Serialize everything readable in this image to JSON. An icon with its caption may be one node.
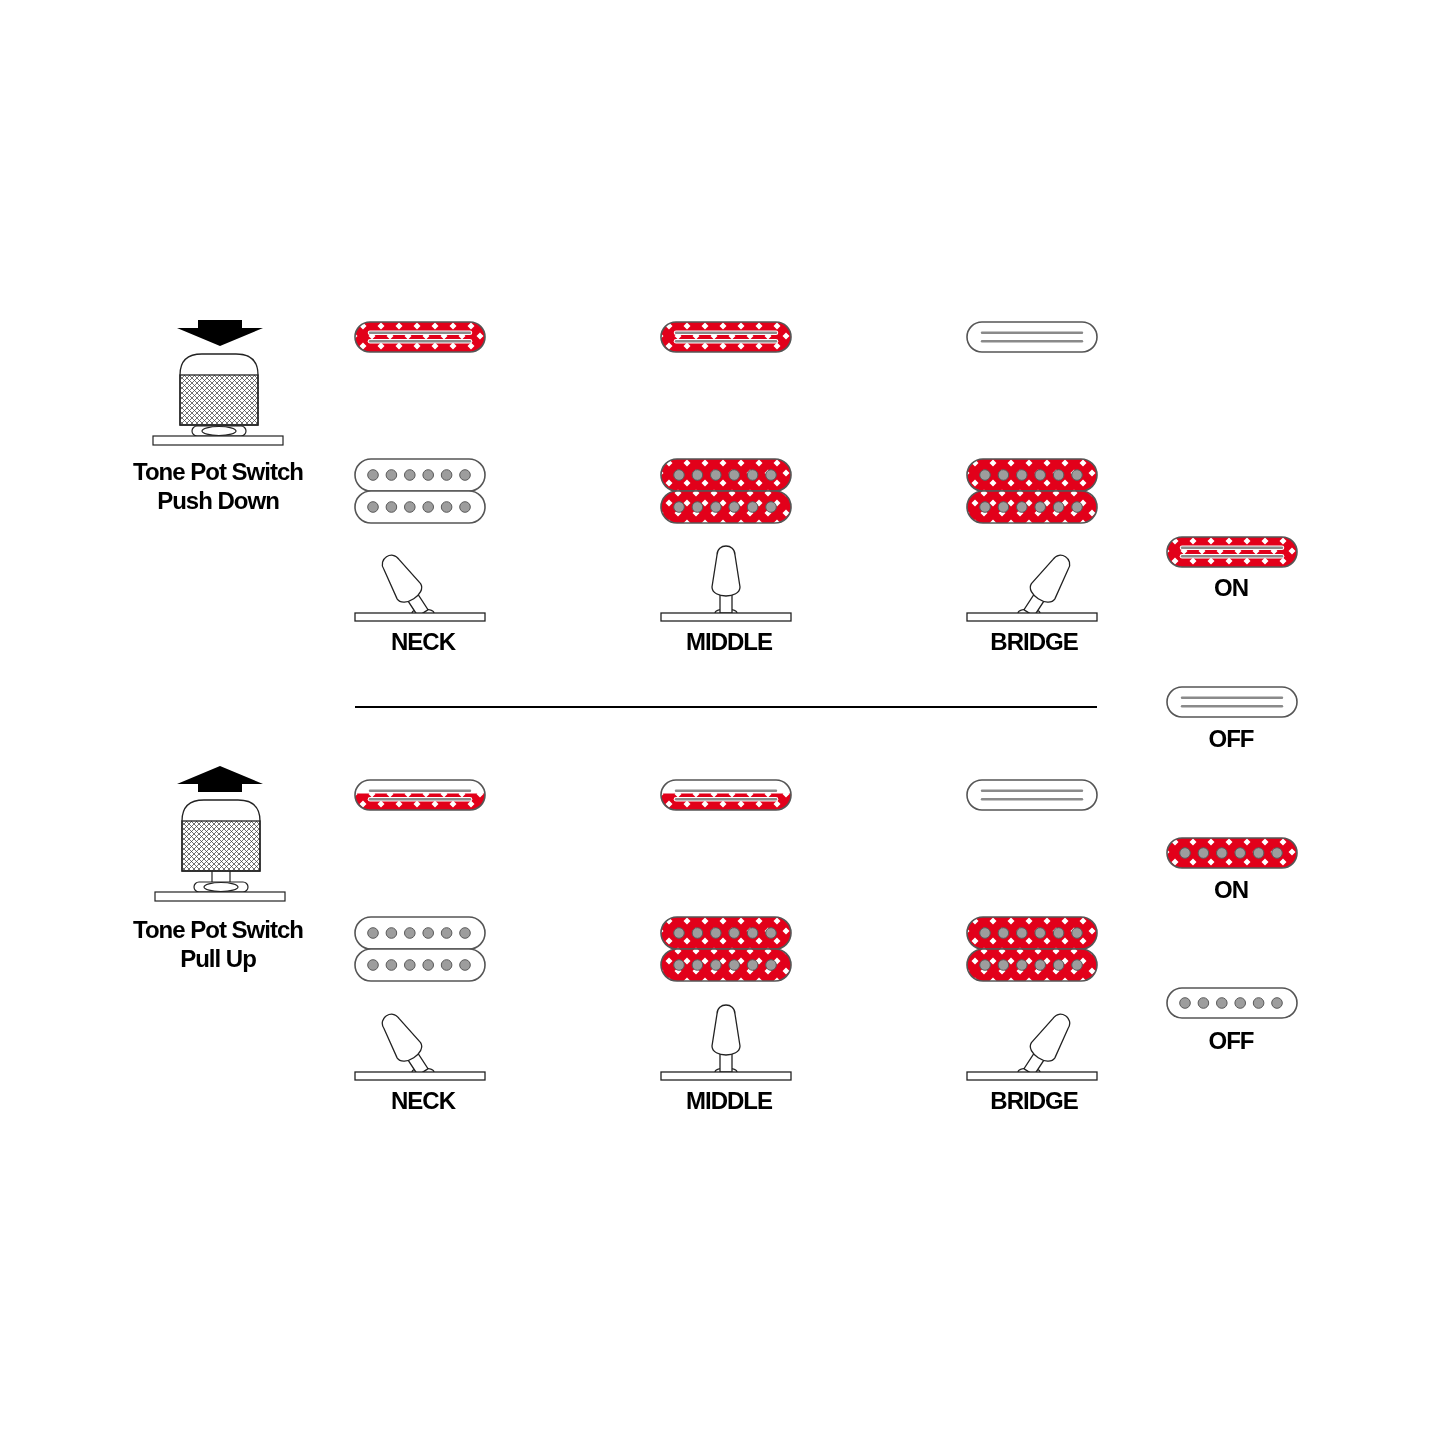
{
  "diagram": {
    "labels": [
      "Tone Pot Switch Push Down",
      "NECK",
      "MIDDLE",
      "BRIDGE",
      "Tone Pot Switch Pull Up",
      "NECK",
      "MIDDLE",
      "BRIDGE"
    ],
    "legend": [
      {
        "text": "ON"
      },
      {
        "text": "OFF"
      },
      {
        "text": "ON"
      },
      {
        "text": "OFF"
      }
    ]
  }
}
